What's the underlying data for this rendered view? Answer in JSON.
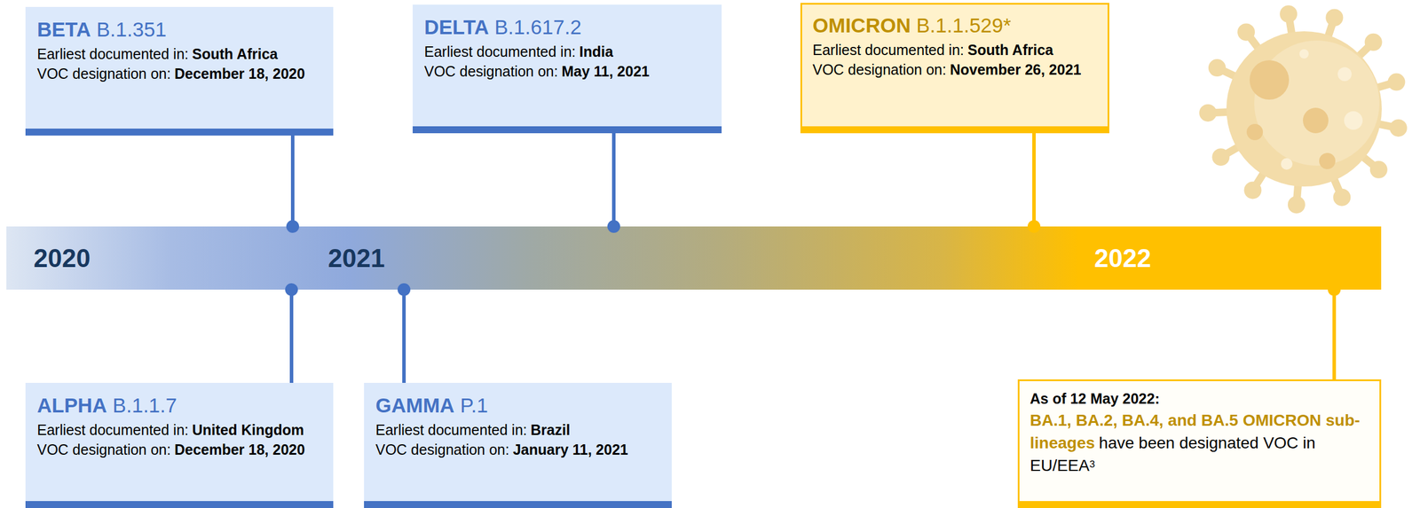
{
  "diagram": {
    "nodes": [
      {
        "text": [
          "BETA",
          "B.1.351",
          "Earliest documented in:",
          "South Africa",
          "VOC designation on:",
          "December 18, 2020"
        ]
      },
      {
        "text": [
          "DELTA",
          "B.1.617.2",
          "Earliest documented in:",
          "India",
          "VOC designation on:",
          "May 11, 2021"
        ]
      },
      {
        "text": [
          "OMICRON",
          "B.1.1.529*",
          "Earliest documented in:",
          "South Africa",
          "VOC designation on:",
          "November 26, 2021"
        ]
      },
      {
        "text": [
          "2020",
          "2021",
          "2022"
        ]
      },
      {
        "text": [
          "ALPHA",
          "B.1.1.7",
          "Earliest documented in:",
          "United Kingdom",
          "VOC designation on:",
          "December 18, 2020"
        ]
      },
      {
        "text": [
          "GAMMA",
          "P.1",
          "Earliest documented in:",
          "Brazil",
          "VOC designation on:",
          "January 11, 2021"
        ]
      },
      {
        "text": [
          "As of 12 May 2022:",
          "BA.1, BA.2, BA.4, and BA.5 OMICRON sub-lineages",
          "have been designated VOC in EU/EEA",
          "3"
        ]
      }
    ],
    "edges": [
      {
        "from": 0,
        "to": 3,
        "arrow": "none"
      },
      {
        "from": 1,
        "to": 3,
        "arrow": "none"
      },
      {
        "from": 2,
        "to": 3,
        "arrow": "none"
      },
      {
        "from": 4,
        "to": 3,
        "arrow": "none"
      },
      {
        "from": 5,
        "to": 3,
        "arrow": "none"
      },
      {
        "from": 6,
        "to": 3,
        "arrow": "none"
      }
    ]
  }
}
